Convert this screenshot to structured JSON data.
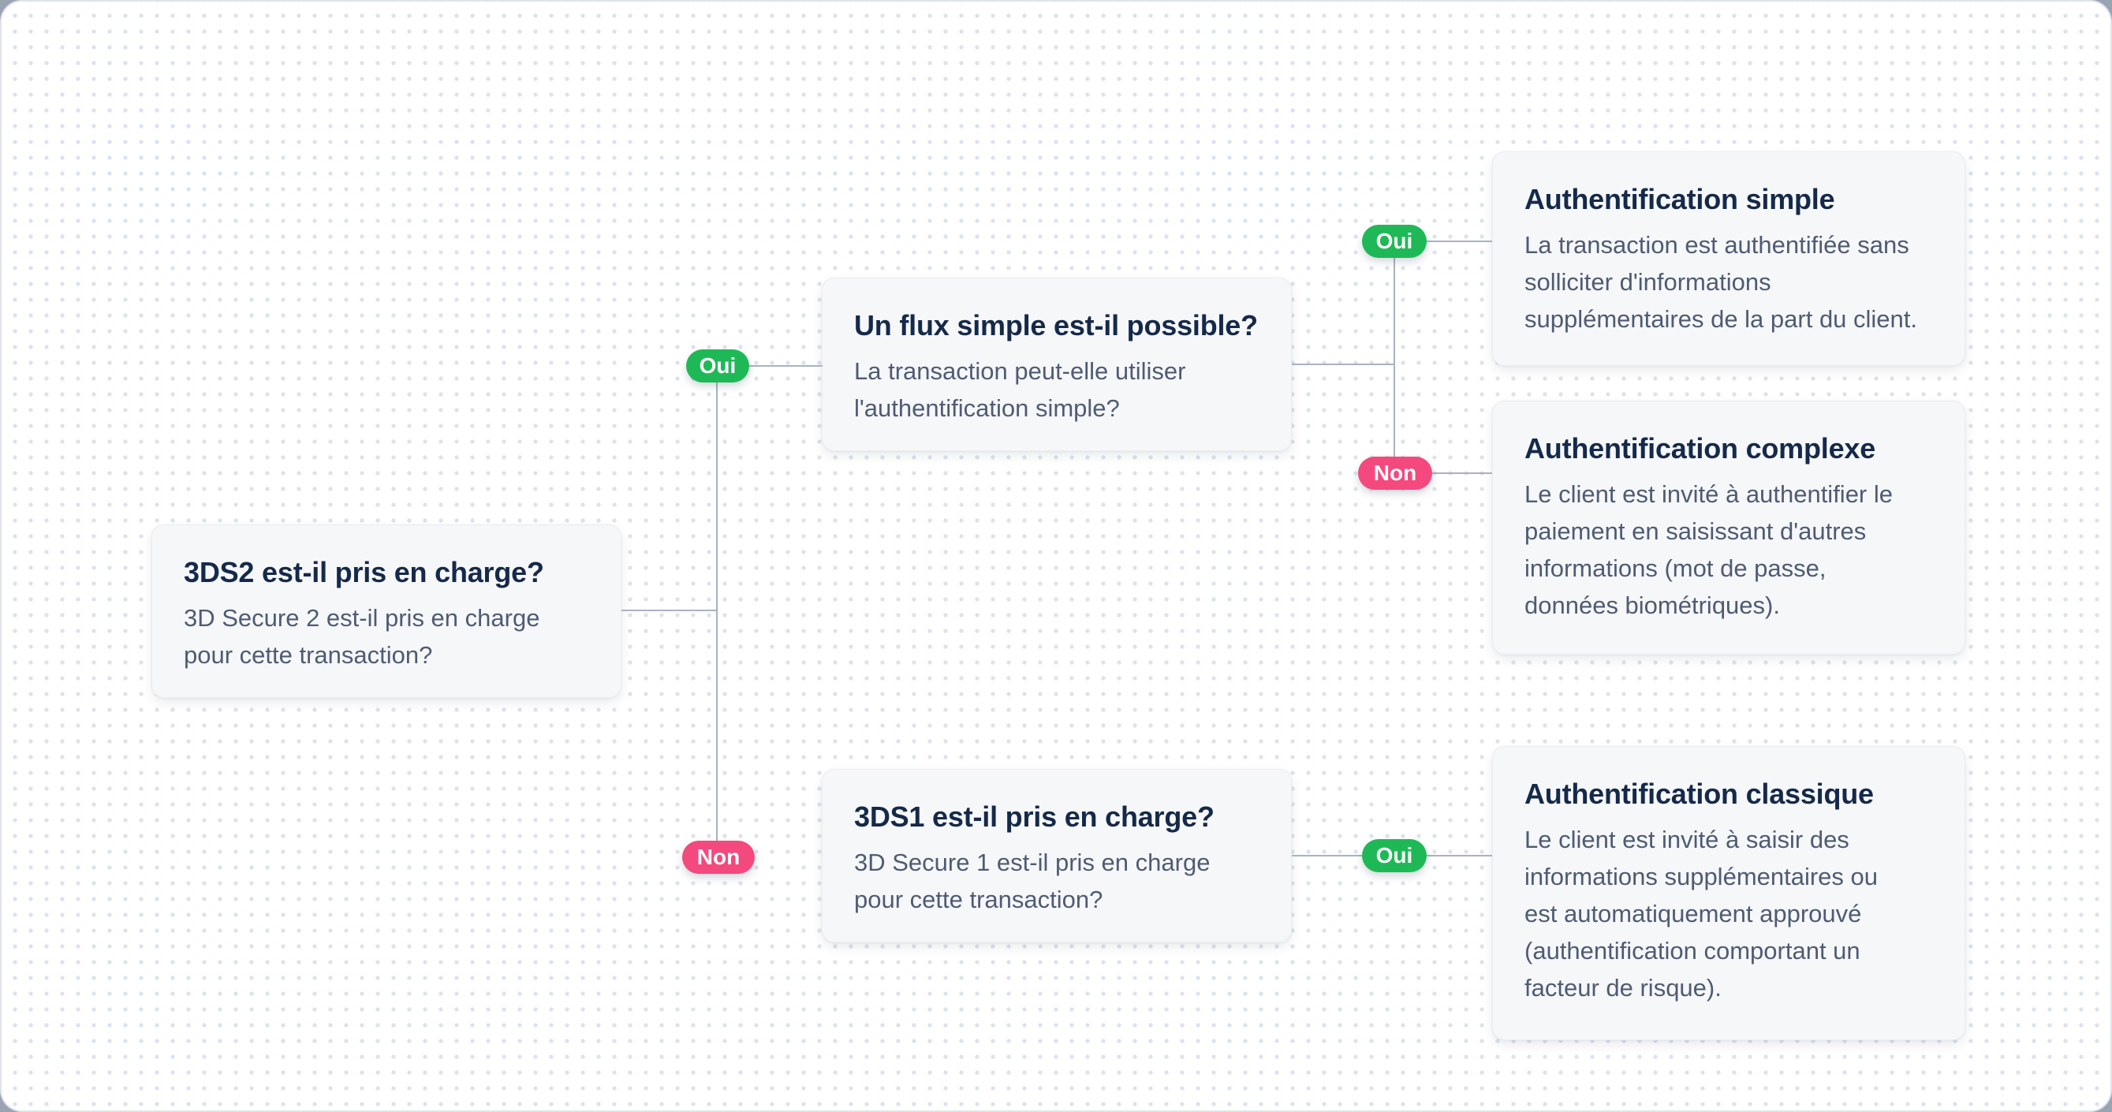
{
  "diagram": {
    "kind": "decision-flowchart",
    "language": "fr",
    "topic": "3D Secure authentication flow"
  },
  "nodes": {
    "q1": {
      "title": "3DS2 est-il pris en charge?",
      "body": "3D Secure 2 est-il pris en charge\npour cette transaction?"
    },
    "q2": {
      "title": "Un flux simple est-il possible?",
      "body": "La transaction peut-elle utiliser\nl'authentification simple?"
    },
    "q3": {
      "title": "3DS1 est-il pris en charge?",
      "body": "3D Secure 1 est-il pris en charge\npour cette transaction?"
    },
    "r1": {
      "title": "Authentification simple",
      "body": "La transaction est authentifiée sans\nsolliciter d'informations\nsupplémentaires de la part du client."
    },
    "r2": {
      "title": "Authentification complexe",
      "body": "Le client est invité à authentifier le\npaiement en saisissant d'autres\ninformations (mot de passe,\ndonnées biométriques)."
    },
    "r3": {
      "title": "Authentification classique",
      "body": "Le client est invité à saisir des\ninformations supplémentaires ou\nest automatiquement approuvé\n(authentification comportant un\nfacteur de risque)."
    }
  },
  "edges": {
    "root_yes": {
      "label": "Oui",
      "kind": "yes",
      "from": "q1",
      "to": "q2"
    },
    "root_no": {
      "label": "Non",
      "kind": "no",
      "from": "q1",
      "to": "q3"
    },
    "flux_yes": {
      "label": "Oui",
      "kind": "yes",
      "from": "q2",
      "to": "r1"
    },
    "flux_no": {
      "label": "Non",
      "kind": "no",
      "from": "q2",
      "to": "r2"
    },
    "ds1_yes": {
      "label": "Oui",
      "kind": "yes",
      "from": "q3",
      "to": "r3"
    }
  },
  "colors": {
    "yes_pill": "#1eb956",
    "no_pill": "#f3497e",
    "pill_text": "#ffffff",
    "connector_line": "#a8b2c1",
    "card_background": "#f6f7f9",
    "card_border": "#eaedf2",
    "title_text": "#15294a",
    "body_text": "#4f5b73",
    "canvas_background": "#ffffff",
    "dot_grid": "#dde3ed"
  }
}
